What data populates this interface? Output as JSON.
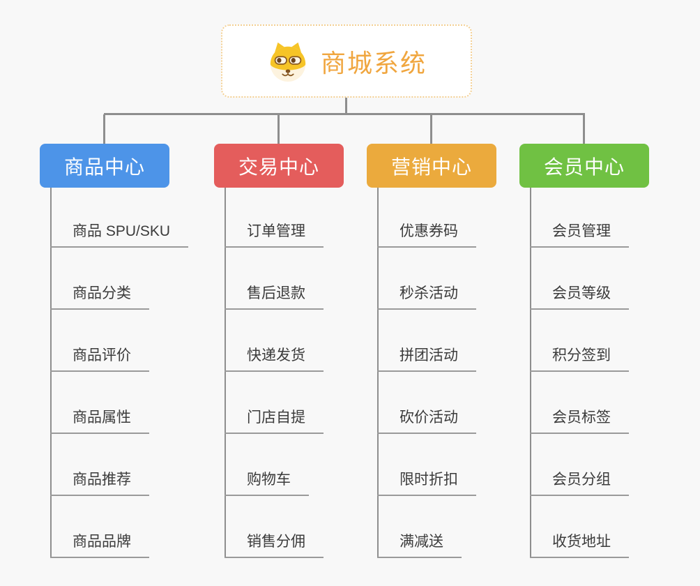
{
  "root": {
    "title": "商城系统",
    "icon": "dog-face-icon",
    "text_color": "#f0a63f",
    "border_color": "#f3cf92",
    "background": "#ffffff"
  },
  "branches": [
    {
      "label": "商品中心",
      "color": "#4d94e8",
      "items": [
        "商品 SPU/SKU",
        "商品分类",
        "商品评价",
        "商品属性",
        "商品推荐",
        "商品品牌"
      ]
    },
    {
      "label": "交易中心",
      "color": "#e45d5c",
      "items": [
        "订单管理",
        "售后退款",
        "快递发货",
        "门店自提",
        "购物车",
        "销售分佣"
      ]
    },
    {
      "label": "营销中心",
      "color": "#ebaa3d",
      "items": [
        "优惠券码",
        "秒杀活动",
        "拼团活动",
        "砍价活动",
        "限时折扣",
        "满减送"
      ]
    },
    {
      "label": "会员中心",
      "color": "#70c143",
      "items": [
        "会员管理",
        "会员等级",
        "积分签到",
        "会员标签",
        "会员分组",
        "收货地址"
      ]
    }
  ],
  "colors": {
    "background": "#f8f8f8",
    "connector": "#8e8e8e",
    "leaf_underline": "#9a9a9a",
    "leaf_text": "#3b3b3b"
  }
}
